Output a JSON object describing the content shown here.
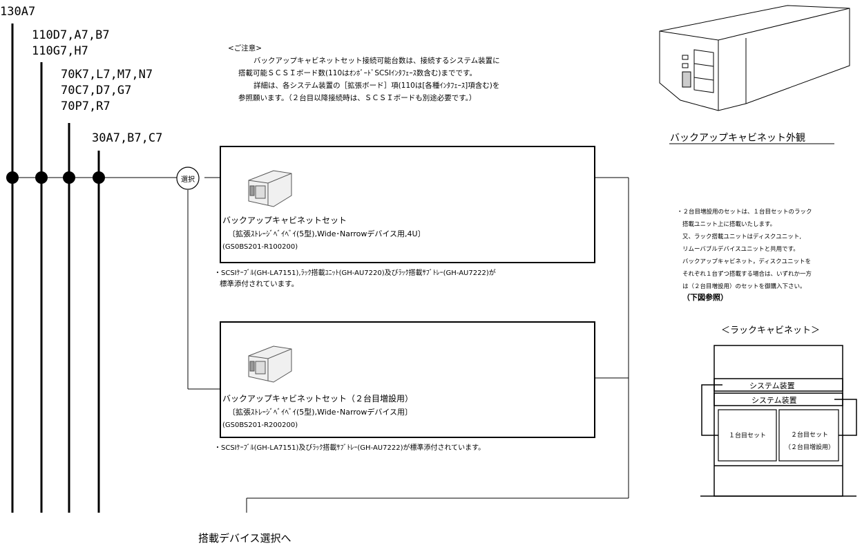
{
  "system_models": {
    "col1": "130A7",
    "col2_line1": "110D7,A7,B7",
    "col2_line2": "110G7,H7",
    "col3_line1": "70K7,L7,M7,N7",
    "col3_line2": "70C7,D7,G7",
    "col3_line3": "70P7,R7",
    "col4": "30A7,B7,C7"
  },
  "notice": {
    "heading": "<ご注意>",
    "line1": "バックアップキャビネットセット接続可能台数は、接続するシステム装置に",
    "line2": "搭載可能ＳＣＳＩボード数(110はｵﾝﾎﾞｰﾄﾞSCSIｲﾝﾀﾌｪｰｽ数含む)までです。",
    "line3": "詳細は、各システム装置の［拡張ボード］項(110は[各種ｲﾝﾀﾌｪｰｽ]項含む)を",
    "line4": "参照願います。（２台目以降接続時は、ＳＣＳＩボードも別途必要です。）"
  },
  "selector": {
    "label": "選択"
  },
  "option1": {
    "title": "バックアップキャビネットセット",
    "spec": "〔拡張ｽﾄﾚｰｼﾞﾍﾞｲﾍﾞｲ(5型),Wide･Narrowデバイス用,4U〕",
    "code": "(GS0BS201-R100200)",
    "footnote_line1": "・SCSIｹｰﾌﾞﾙ(GH-LA7151),ﾗｯｸ搭載ﾕﾆｯﾄ(GH-AU7220)及びﾗｯｸ搭載ｻﾌﾞﾄﾚｰ(GH-AU7222)が",
    "footnote_line2": "標準添付されています。"
  },
  "option2": {
    "title": "バックアップキャビネットセット（２台目増設用）",
    "spec": "〔拡張ｽﾄﾚｰｼﾞﾍﾞｲﾍﾞｲ(5型),Wide･Narrowデバイス用〕",
    "code": "(GS0BS201-R200200)",
    "footnote": "・SCSIｹｰﾌﾞﾙ(GH-LA7151)及びﾗｯｸ搭載ｻﾌﾞﾄﾚｰ(GH-AU7222)が標準添付されています。"
  },
  "next_step": {
    "label": "搭載デバイス選択へ"
  },
  "appearance": {
    "caption": "バックアップキャビネット外観"
  },
  "rack_notes": {
    "line1": "・２台目増設用のセットは、１台目セットのラック",
    "line2": "搭載ユニット上に搭載いたします。",
    "line3": "又、ラック搭載ユニットはディスクユニット,",
    "line4": "リムーバブルデバイスユニットと共用です。",
    "line5": "バックアップキャビネット，ディスクユニットを",
    "line6": "それぞれ１台ずつ搭載する場合は、いずれか一方",
    "line7": "は（２台目増設用）のセットを御購入下さい。",
    "line8": "（下図参照）"
  },
  "rack_diagram": {
    "title": "＜ラックキャビネット＞",
    "system_unit_1": "システム装置",
    "system_unit_2": "システム装置",
    "set_1": "１台目セット",
    "set_2_line1": "２台目セット",
    "set_2_line2": "（２台目増設用）"
  }
}
